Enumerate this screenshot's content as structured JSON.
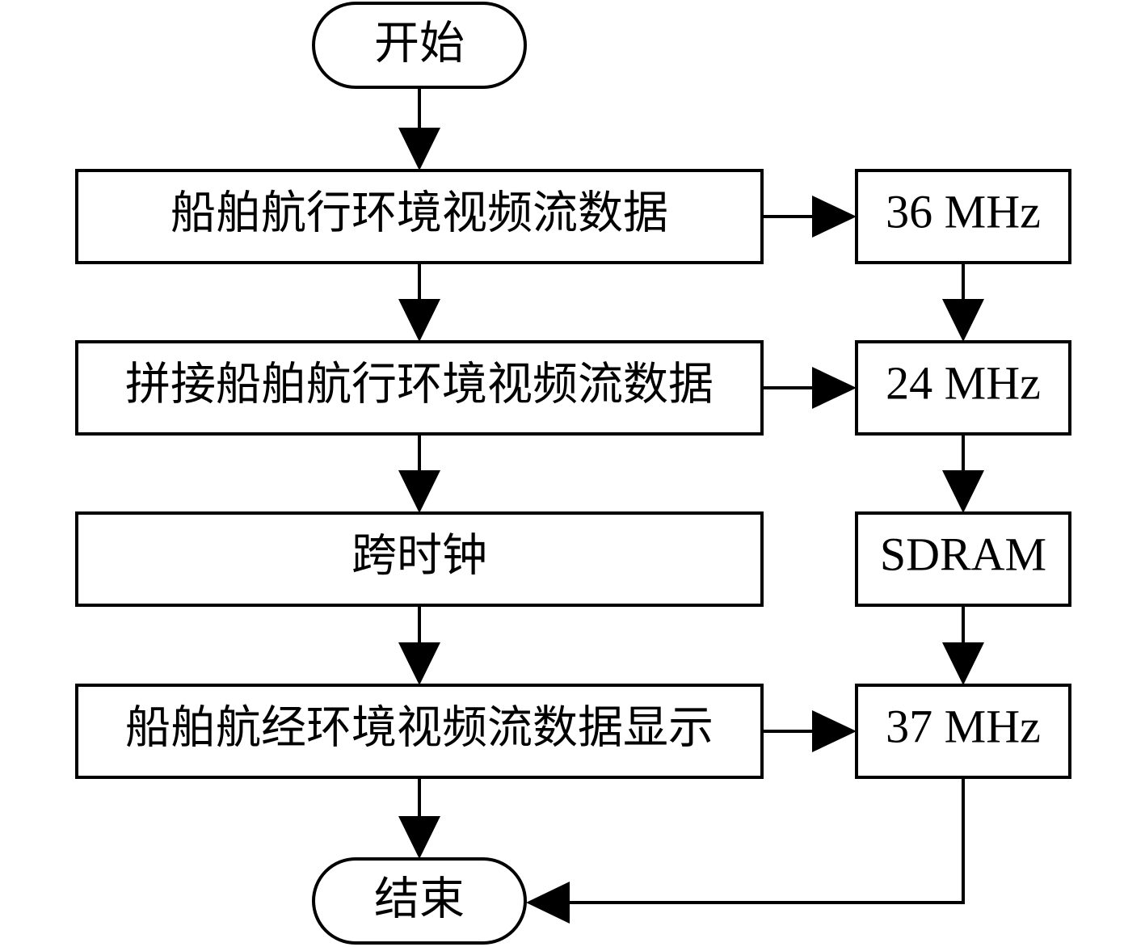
{
  "nodes": {
    "start": "开始",
    "video_stream": "船舶航行环境视频流数据",
    "stitch": "拼接船舶航行环境视频流数据",
    "cross_clock": "跨时钟",
    "display": "船舶航经环境视频流数据显示",
    "end": "结束",
    "clk_36": "36 MHz",
    "clk_24": "24 MHz",
    "sdram": "SDRAM",
    "clk_37": "37 MHz"
  }
}
